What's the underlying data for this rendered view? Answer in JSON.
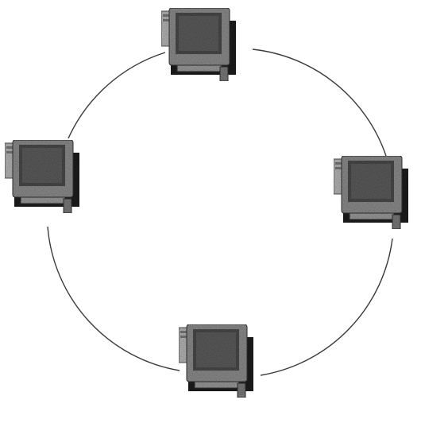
{
  "diagram": {
    "topology": "ring",
    "node_icon": "desktop-computer-icon",
    "nodes": [
      {
        "id": "top",
        "icon": "desktop-computer-icon"
      },
      {
        "id": "right",
        "icon": "desktop-computer-icon"
      },
      {
        "id": "bottom",
        "icon": "desktop-computer-icon"
      },
      {
        "id": "left",
        "icon": "desktop-computer-icon"
      }
    ],
    "edges": [
      [
        "top",
        "right"
      ],
      [
        "right",
        "bottom"
      ],
      [
        "bottom",
        "left"
      ],
      [
        "left",
        "top"
      ]
    ],
    "colors": {
      "background": "#ffffff",
      "link": "#3a3a3a",
      "monitor_body": "#8c8c8c",
      "screen": "#4a4a4a",
      "shadow": "#1e1e1e",
      "cpu_tower": "#b5b5b5"
    }
  }
}
